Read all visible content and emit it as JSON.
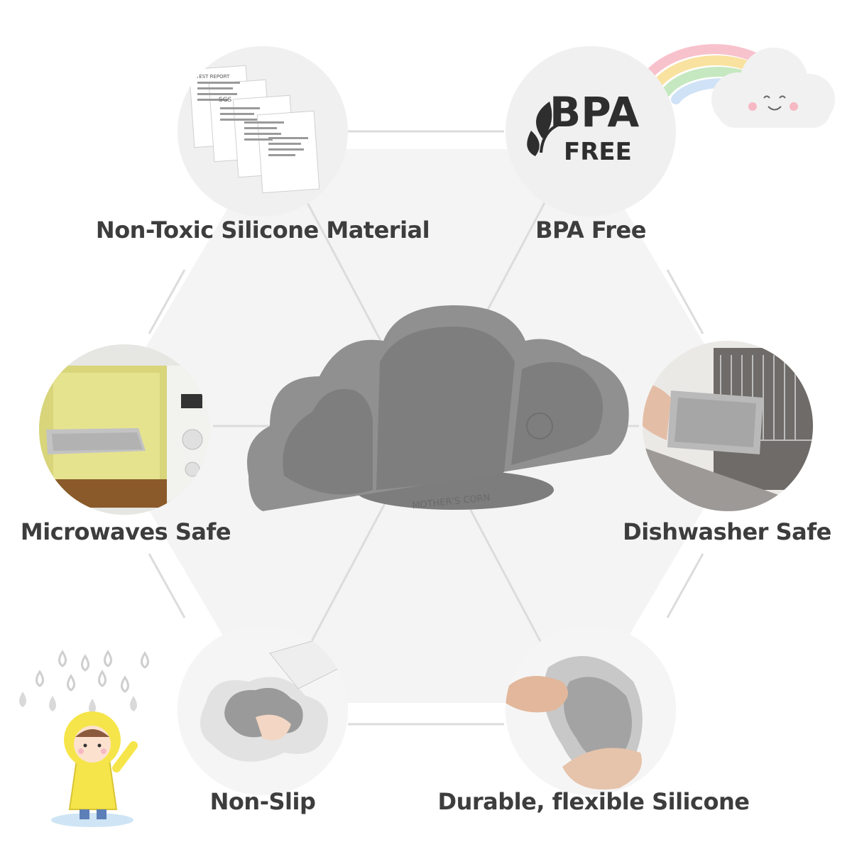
{
  "features": [
    {
      "id": "non-toxic",
      "label": "Non-Toxic Silicone Material"
    },
    {
      "id": "bpa-free",
      "label": "BPA Free"
    },
    {
      "id": "microwave",
      "label": "Microwaves Safe"
    },
    {
      "id": "dishwasher",
      "label": "Dishwasher Safe"
    },
    {
      "id": "non-slip",
      "label": "Non-Slip"
    },
    {
      "id": "durable",
      "label": "Durable, flexible Silicone"
    }
  ],
  "badge": {
    "line1": "BPA",
    "line2": "FREE"
  },
  "certificate": {
    "heading": "TEST REPORT",
    "logo": "SGS"
  },
  "product": {
    "brand_emboss": "MOTHER'S CORN"
  },
  "colors": {
    "plate": "#8f8f8f",
    "plate_dark": "#7c7c7c",
    "label": "#3d3d3d",
    "circle": "#f0f0f0",
    "hexagon": "#f4f4f4"
  }
}
